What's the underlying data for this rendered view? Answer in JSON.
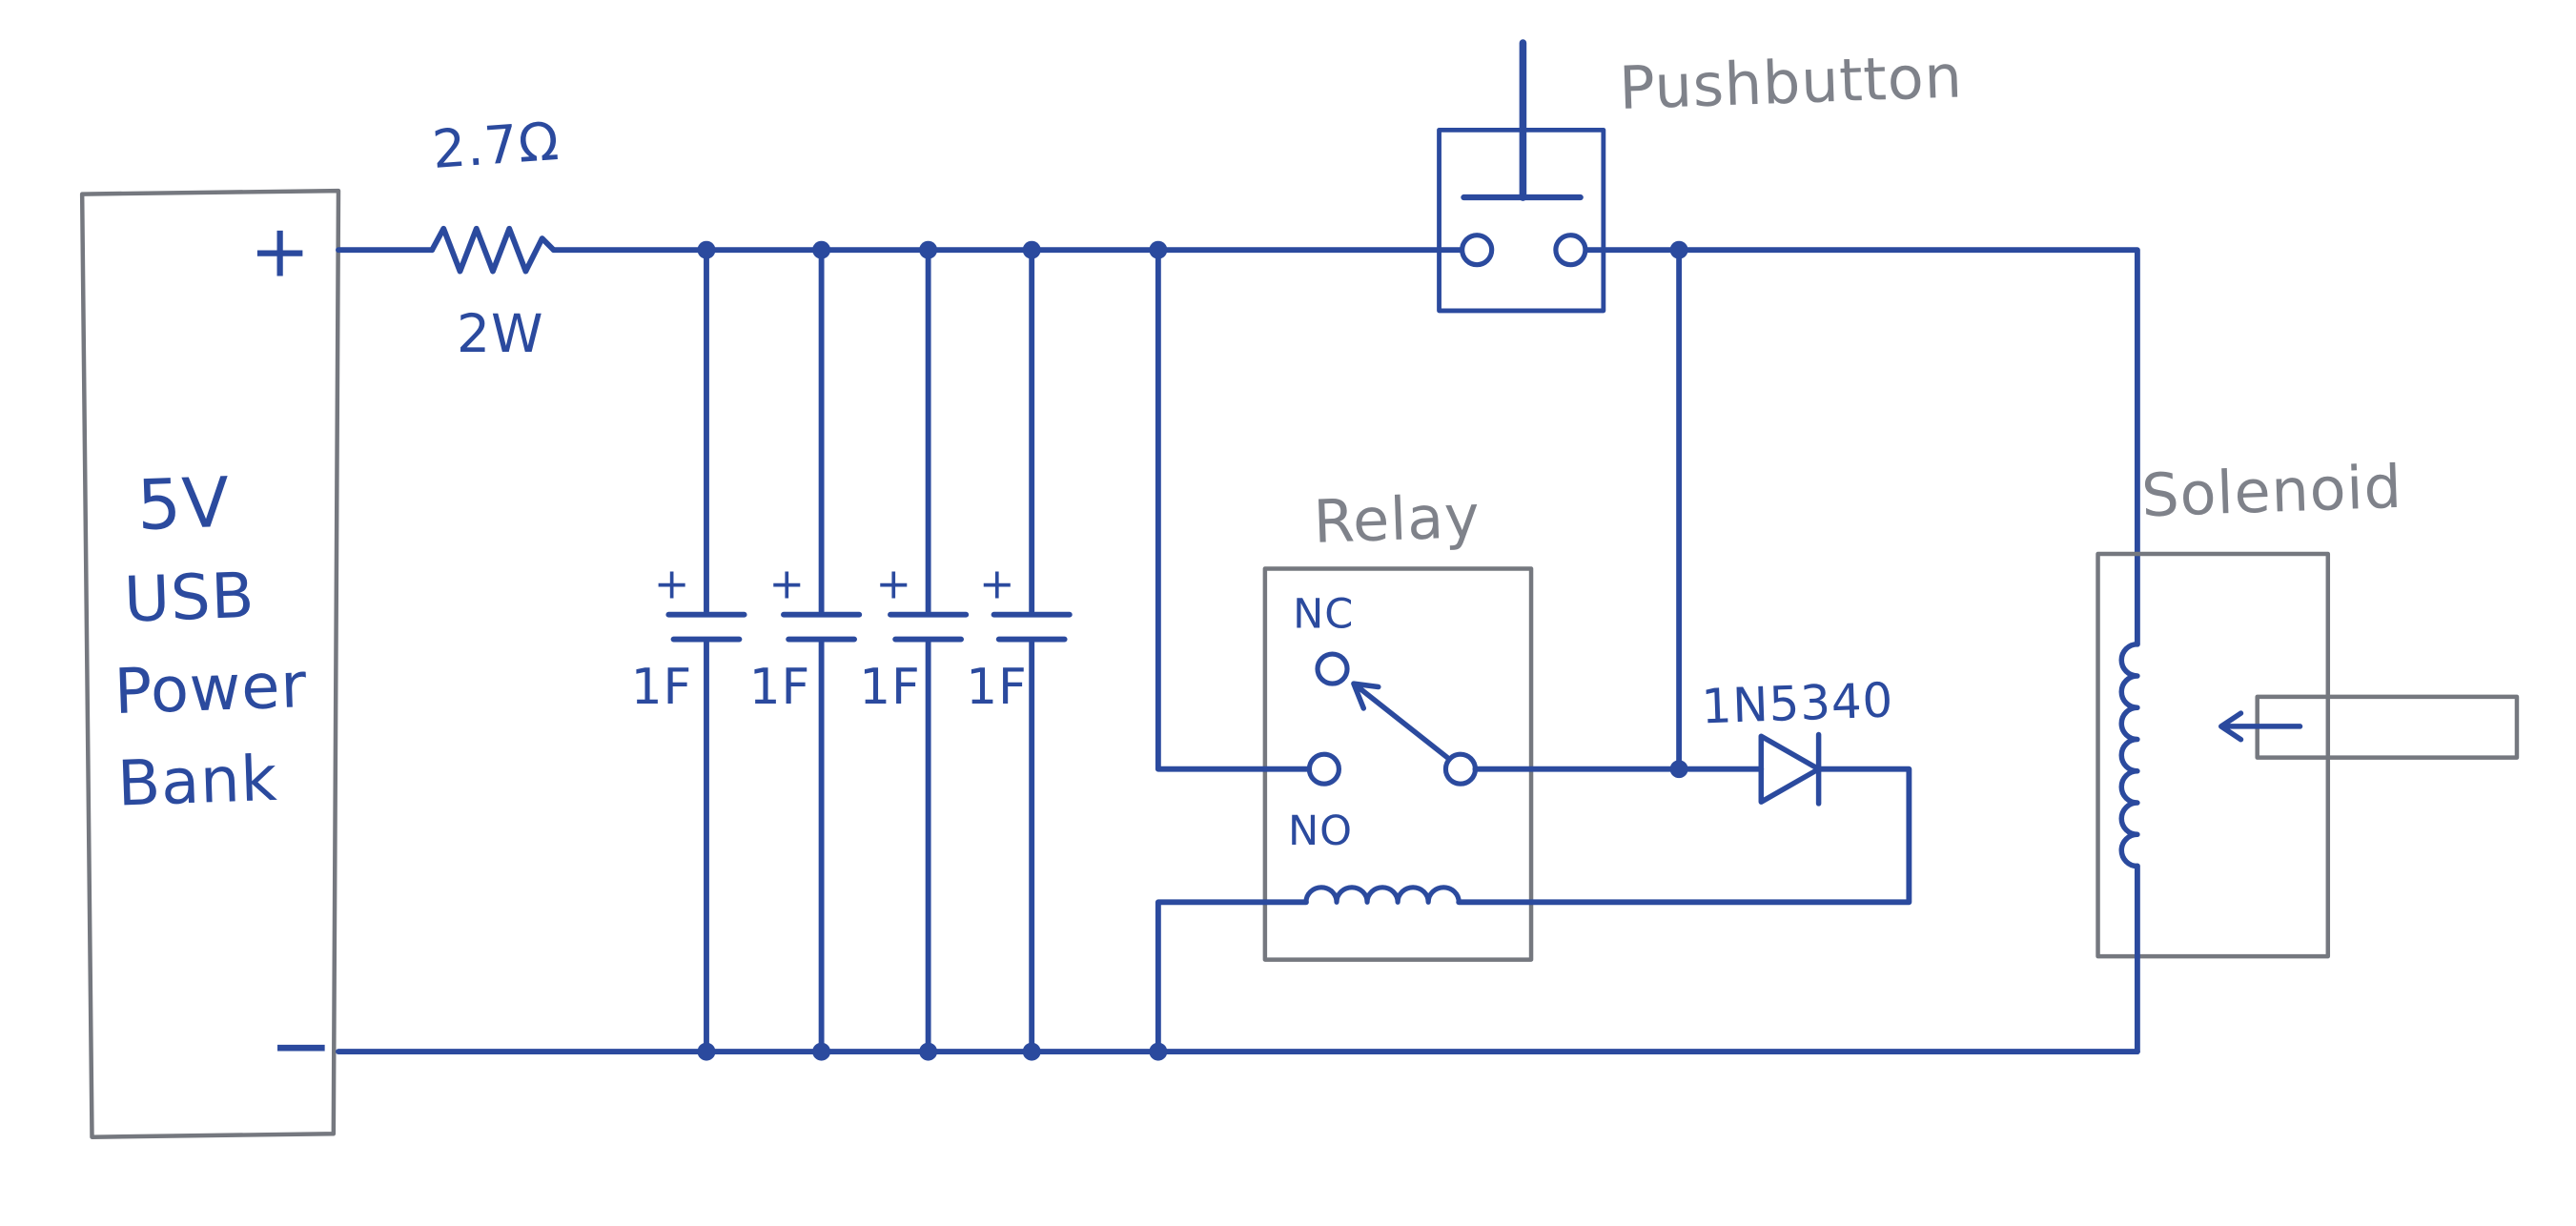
{
  "diagram_type": "hand-drawn circuit schematic",
  "colors": {
    "ink_blue": "#2b4a9e",
    "pencil_gray": "#7f828a",
    "paper": "#ffffff"
  },
  "power_bank": {
    "line1": "5V",
    "line2": "USB",
    "line3": "Power",
    "line4": "Bank",
    "plus": "+",
    "minus": "−"
  },
  "resistor": {
    "value": "2.7Ω",
    "power": "2W"
  },
  "capacitors": {
    "polarity": "+",
    "labels": [
      "1F",
      "1F",
      "1F",
      "1F"
    ]
  },
  "pushbutton": {
    "label": "Pushbutton"
  },
  "relay": {
    "label": "Relay",
    "nc": "NC",
    "no": "NO"
  },
  "diode": {
    "part_number": "1N5340"
  },
  "solenoid": {
    "label": "Solenoid"
  }
}
